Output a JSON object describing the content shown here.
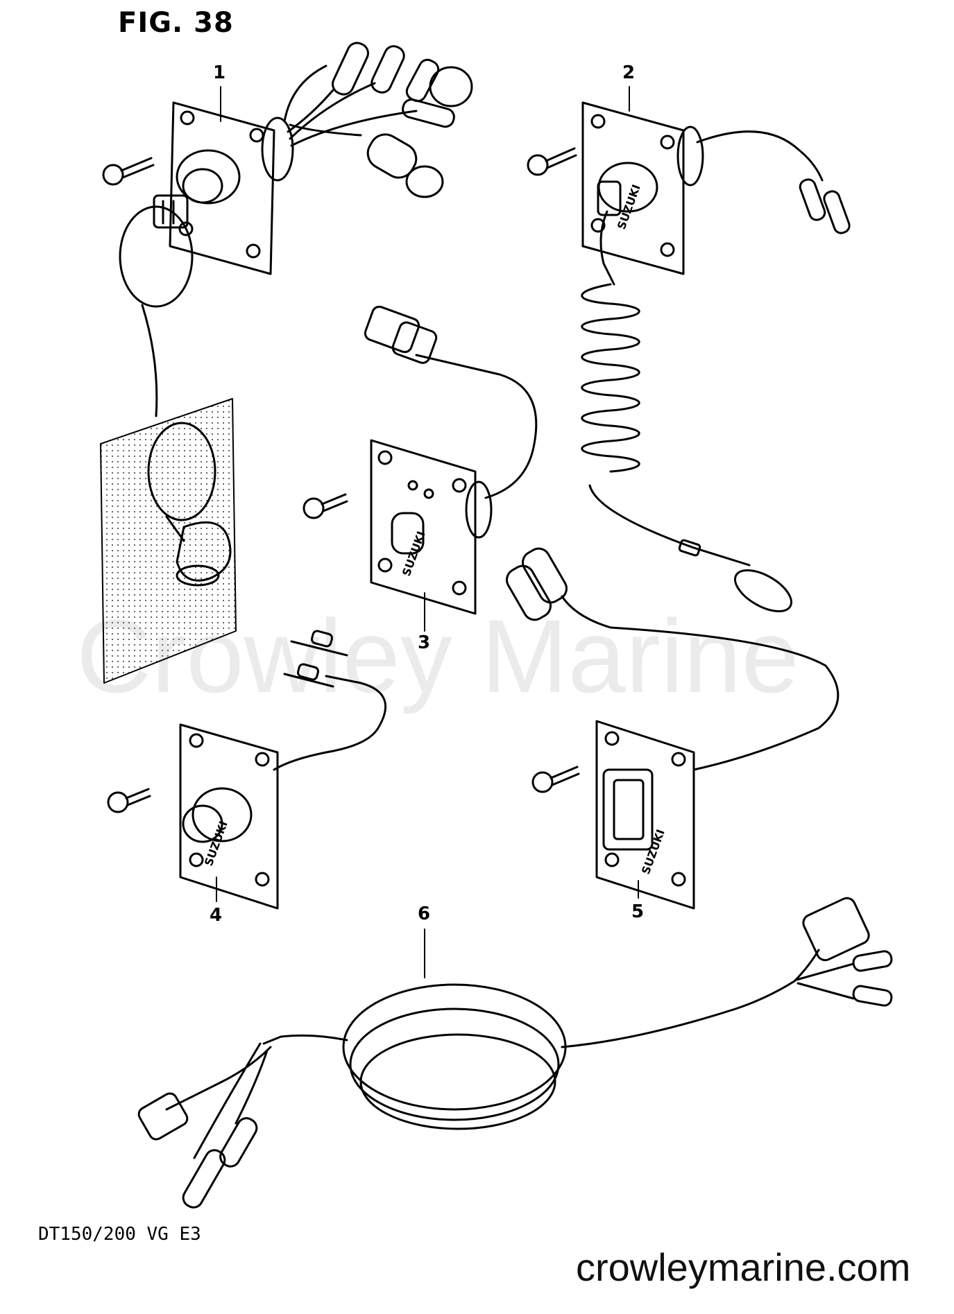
{
  "header": {
    "figure_label": "FIG. 38"
  },
  "footer": {
    "model_code": "DT150/200 VG E3",
    "website": "crowleymarine.com"
  },
  "watermark": {
    "text": "Crowley Marine"
  },
  "callouts": [
    {
      "number": "1"
    },
    {
      "number": "2"
    },
    {
      "number": "3"
    },
    {
      "number": "4"
    },
    {
      "number": "5"
    },
    {
      "number": "6"
    }
  ],
  "plate_marking": "SUZUKI",
  "colors": {
    "line": "#000000",
    "background": "#ffffff",
    "stipple": "#555555"
  }
}
